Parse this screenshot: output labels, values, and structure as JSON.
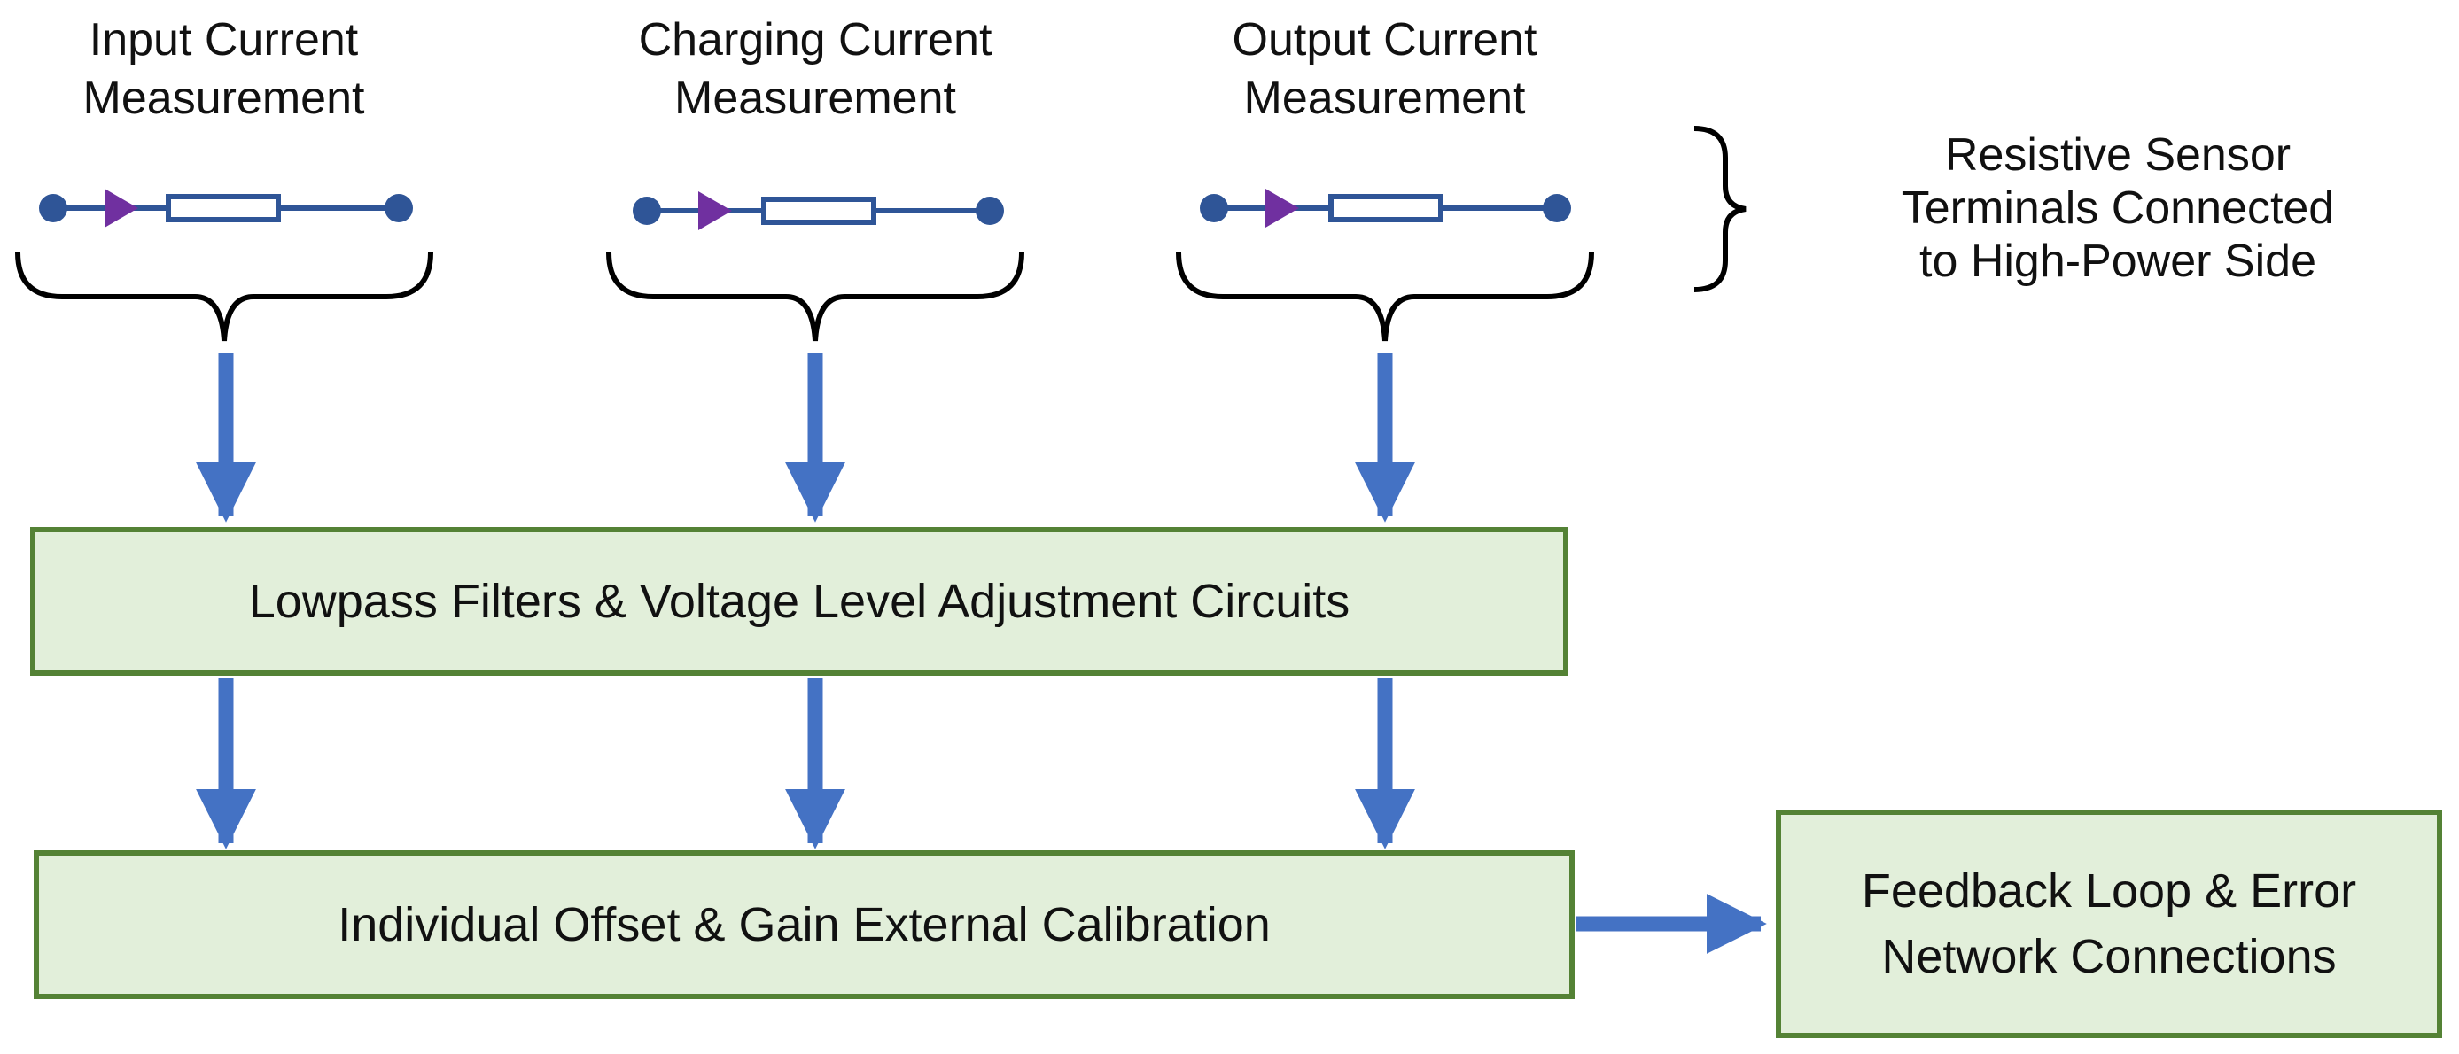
{
  "colors": {
    "wire": "#2f5597",
    "arrow": "#4472c4",
    "diode": "#7030a0",
    "box_fill": "#e2efda",
    "box_stroke": "#548235",
    "brace": "#000000"
  },
  "sensors": [
    {
      "line1": "Input Current",
      "line2": "Measurement"
    },
    {
      "line1": "Charging Current",
      "line2": "Measurement"
    },
    {
      "line1": "Output Current",
      "line2": "Measurement"
    }
  ],
  "sensor_note": {
    "line1": "Resistive Sensor",
    "line2": "Terminals Connected",
    "line3": "to High-Power Side"
  },
  "blocks": {
    "filters": "Lowpass Filters & Voltage Level Adjustment Circuits",
    "calibration": "Individual Offset & Gain External Calibration",
    "feedback": {
      "line1": "Feedback Loop & Error",
      "line2": "Network Connections"
    }
  }
}
